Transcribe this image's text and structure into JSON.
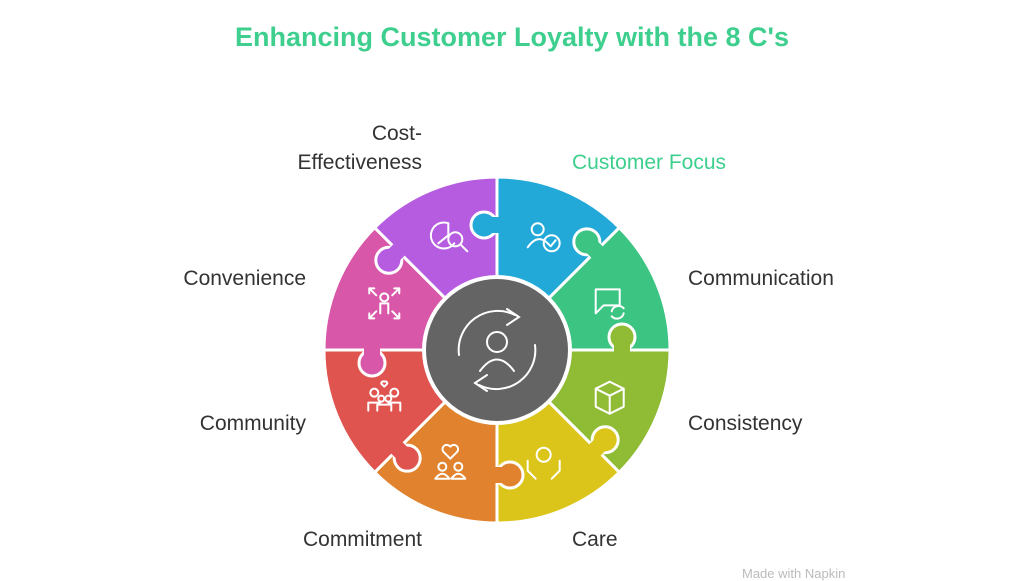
{
  "title": "Enhancing Customer Loyalty with the 8 C's",
  "segments": [
    {
      "label": "Customer Focus",
      "color": "#22a9d8",
      "icon": "user-check-icon",
      "highlight": true
    },
    {
      "label": "Communication",
      "color": "#3cc483",
      "icon": "chat-sync-icon"
    },
    {
      "label": "Consistency",
      "color": "#8fbb35",
      "icon": "box-icon"
    },
    {
      "label": "Care",
      "color": "#dcc51a",
      "icon": "caring-hands-icon"
    },
    {
      "label": "Commitment",
      "color": "#e0822e",
      "icon": "couple-heart-icon"
    },
    {
      "label": "Community",
      "color": "#e0544f",
      "icon": "family-icon"
    },
    {
      "label": "Convenience",
      "color": "#d957a8",
      "icon": "person-expand-icon"
    },
    {
      "label": "Cost-Effectiveness",
      "label_line1": "Cost-",
      "label_line2": "Effectiveness",
      "color": "#b55ce0",
      "icon": "chart-search-icon"
    }
  ],
  "center": {
    "color": "#646464",
    "icon": "customer-cycle-icon"
  },
  "accent": "#3ecf8e",
  "watermark": "Made with Napkin"
}
